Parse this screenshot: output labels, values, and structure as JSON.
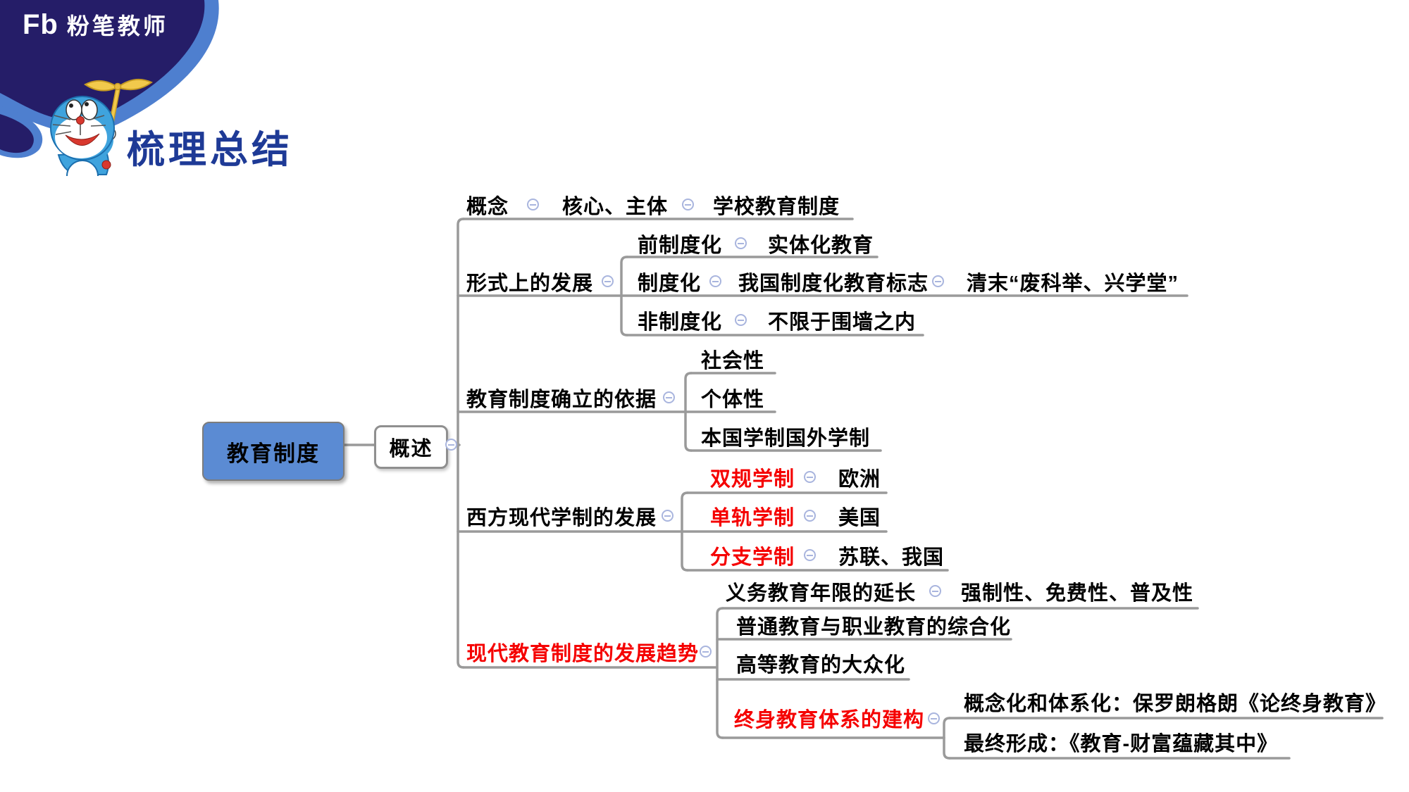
{
  "colors": {
    "navy": "#251D68",
    "wave_blue": "#4E7FCF",
    "title_blue": "#1E3A96",
    "root_fill": "#5B8BD3",
    "line_gray": "#9A9A9A",
    "accent_red": "#F50000",
    "collapse_icon": "#A9B5DE"
  },
  "icons": {
    "collapse": "minus-in-circle",
    "mascot": "doraemon-with-bamboo-copter"
  },
  "header": {
    "logo_fb": "Fb",
    "logo_name": "粉笔教师"
  },
  "title": {
    "text": "梳理总结"
  },
  "mindmap": {
    "root": {
      "label": "教育制度"
    },
    "overview": {
      "label": "概述"
    },
    "branches": [
      {
        "label": "概念",
        "children": [
          {
            "label": "核心、主体",
            "children": [
              {
                "label": "学校教育制度"
              }
            ]
          }
        ]
      },
      {
        "label": "形式上的发展",
        "children": [
          {
            "label": "前制度化",
            "children": [
              {
                "label": "实体化教育"
              }
            ]
          },
          {
            "label": "制度化",
            "children": [
              {
                "label": "我国制度化教育标志",
                "children": [
                  {
                    "label": "清末“废科举、兴学堂”"
                  }
                ]
              }
            ]
          },
          {
            "label": "非制度化",
            "children": [
              {
                "label": "不限于围墙之内"
              }
            ]
          }
        ]
      },
      {
        "label": "教育制度确立的依据",
        "children": [
          {
            "label": "社会性"
          },
          {
            "label": "个体性"
          },
          {
            "label": "本国学制国外学制"
          }
        ]
      },
      {
        "label": "西方现代学制的发展",
        "children": [
          {
            "label": "双规学制",
            "color": "red",
            "children": [
              {
                "label": "欧洲"
              }
            ]
          },
          {
            "label": "单轨学制",
            "color": "red",
            "children": [
              {
                "label": "美国"
              }
            ]
          },
          {
            "label": "分支学制",
            "color": "red",
            "children": [
              {
                "label": "苏联、我国"
              }
            ]
          }
        ]
      },
      {
        "label": "现代教育制度的发展趋势",
        "color": "red",
        "children": [
          {
            "label": "义务教育年限的延长",
            "children": [
              {
                "label": "强制性、免费性、普及性"
              }
            ]
          },
          {
            "label": "普通教育与职业教育的综合化"
          },
          {
            "label": "高等教育的大众化"
          },
          {
            "label": "终身教育体系的建构",
            "color": "red",
            "children": [
              {
                "label": "概念化和体系化：保罗朗格朗《论终身教育》"
              },
              {
                "label": "最终形成：《教育-财富蕴藏其中》"
              }
            ]
          }
        ]
      }
    ]
  }
}
